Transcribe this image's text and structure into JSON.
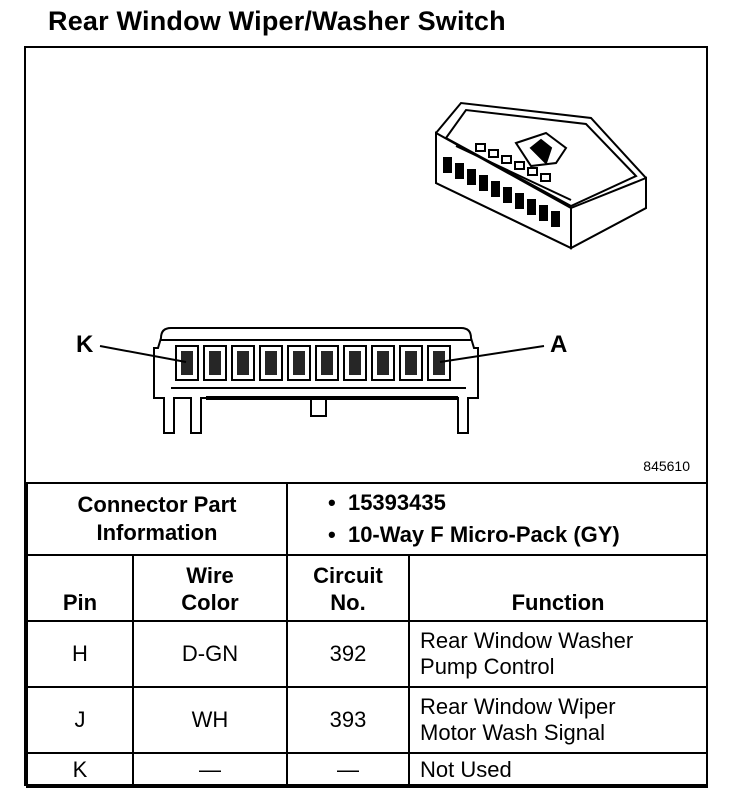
{
  "title": "Rear Window Wiper/Washer Switch",
  "diagram": {
    "figure_number": "845610",
    "pin_label_left": "K",
    "pin_label_right": "A"
  },
  "connector_info": {
    "label_line1": "Connector Part",
    "label_line2": "Information",
    "part_number": "15393435",
    "description": "10-Way F Micro-Pack (GY)"
  },
  "headers": {
    "pin": "Pin",
    "wire_line1": "Wire",
    "wire_line2": "Color",
    "circuit_line1": "Circuit",
    "circuit_line2": "No.",
    "function": "Function"
  },
  "rows": [
    {
      "pin": "H",
      "wire": "D-GN",
      "circuit": "392",
      "func1": "Rear Window Washer",
      "func2": "Pump Control"
    },
    {
      "pin": "J",
      "wire": "WH",
      "circuit": "393",
      "func1": "Rear Window Wiper",
      "func2": "Motor Wash Signal"
    },
    {
      "pin": "K",
      "wire": "—",
      "circuit": "—",
      "func1": "Not Used",
      "func2": ""
    }
  ]
}
